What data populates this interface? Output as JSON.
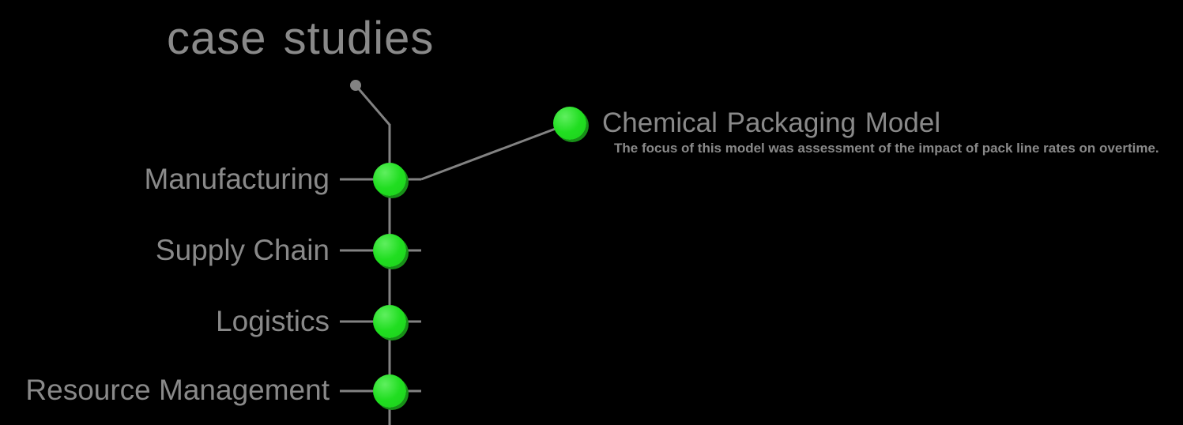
{
  "page": {
    "title": "case studies"
  },
  "colors": {
    "background": "#000000",
    "text": "#898989",
    "line": "#828282",
    "node_green": "#21DE21",
    "node_green_hi": "#5FEF5F",
    "node_green_lo": "#1BD11B",
    "node_green_shadow": "#189018"
  },
  "mindmap": {
    "branches": [
      {
        "label": "Manufacturing"
      },
      {
        "label": "Supply Chain"
      },
      {
        "label": "Logistics"
      },
      {
        "label": "Resource Management"
      }
    ],
    "case_study": {
      "title": "Chemical Packaging Model",
      "description": "The focus of this model was assessment of the impact of pack line rates on overtime."
    }
  }
}
